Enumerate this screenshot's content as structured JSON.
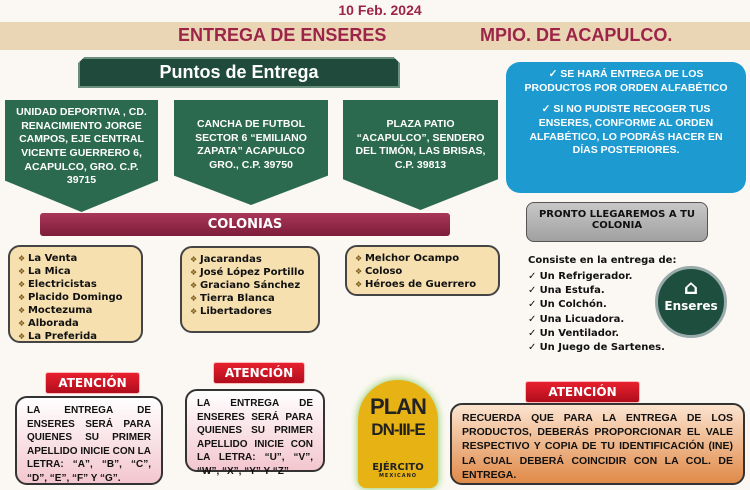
{
  "date": "10 Feb. 2024",
  "header": {
    "left": "ENTREGA DE ENSERES",
    "right": "MPIO. DE ACAPULCO."
  },
  "puntos_title": "Puntos de Entrega",
  "puntos": [
    "UNIDAD DEPORTIVA , CD. RENACIMIENTO JORGE CAMPOS, EJE CENTRAL VICENTE GUERRERO 6, ACAPULCO, GRO. C.P. 39715",
    "CANCHA DE FUTBOL SECTOR 6 “EMILIANO ZAPATA” ACAPULCO GRO., C.P. 39750",
    "PLAZA PATIO “ACAPULCO”, SENDERO DEL TIMÓN, LAS BRISAS, C.P. 39813"
  ],
  "info": [
    "✓ SE HARÁ ENTREGA DE LOS PRODUCTOS POR ORDEN ALFABÉTICO",
    "✓ SI NO PUDISTE RECOGER TUS ENSERES, CONFORME AL ORDEN ALFABÉTICO, LO PODRÁS HACER EN DÍAS POSTERIORES."
  ],
  "colonias_title": "COLONIAS",
  "colonias": [
    [
      "La Venta",
      "La Mica",
      "Electricistas",
      "Placido Domingo",
      "Moctezuma",
      "Alborada",
      "La Preferida"
    ],
    [
      "Jacarandas",
      "José López Portillo",
      "Graciano Sánchez",
      "Tierra Blanca",
      "Libertadores"
    ],
    [
      "Melchor Ocampo",
      "Coloso",
      "Héroes de Guerrero"
    ]
  ],
  "pronto": "PRONTO LLEGAREMOS A TU COLONIA",
  "consiste": "Consiste en la entrega de:",
  "items": [
    "Un Refrigerador.",
    "Una Estufa.",
    "Un Colchón.",
    "Una Licuadora.",
    "Un Ventilador.",
    "Un Juego de Sartenes."
  ],
  "enseres_label": "Enseres",
  "atencion": "ATENCIÓN",
  "notes": [
    "LA ENTREGA DE ENSERES SERÁ PARA QUIENES SU PRIMER APELLIDO INICIE CON LA LETRA: “A”, “B”, “C”, “D”, “E”, “F” Y “G”.",
    "LA ENTREGA DE ENSERES SERÁ PARA QUIENES SU PRIMER APELLIDO INICIE CON LA LETRA: “U”, “V”, “W”, “X”, “Y” Y “Z”",
    "RECUERDA QUE PARA LA ENTREGA DE LOS PRODUCTOS, DEBERÁS PROPORCIONAR EL VALE RESPECTIVO Y COPIA DE TU IDENTIFICACIÓN (INE) LA CUAL DEBERÁ COINCIDIR CON LA COL. DE ENTREGA."
  ],
  "logo": {
    "line1": "PLAN",
    "line2": "DN-III-E",
    "line3": "EJÉRCITO",
    "line4": "MEXICANO"
  }
}
